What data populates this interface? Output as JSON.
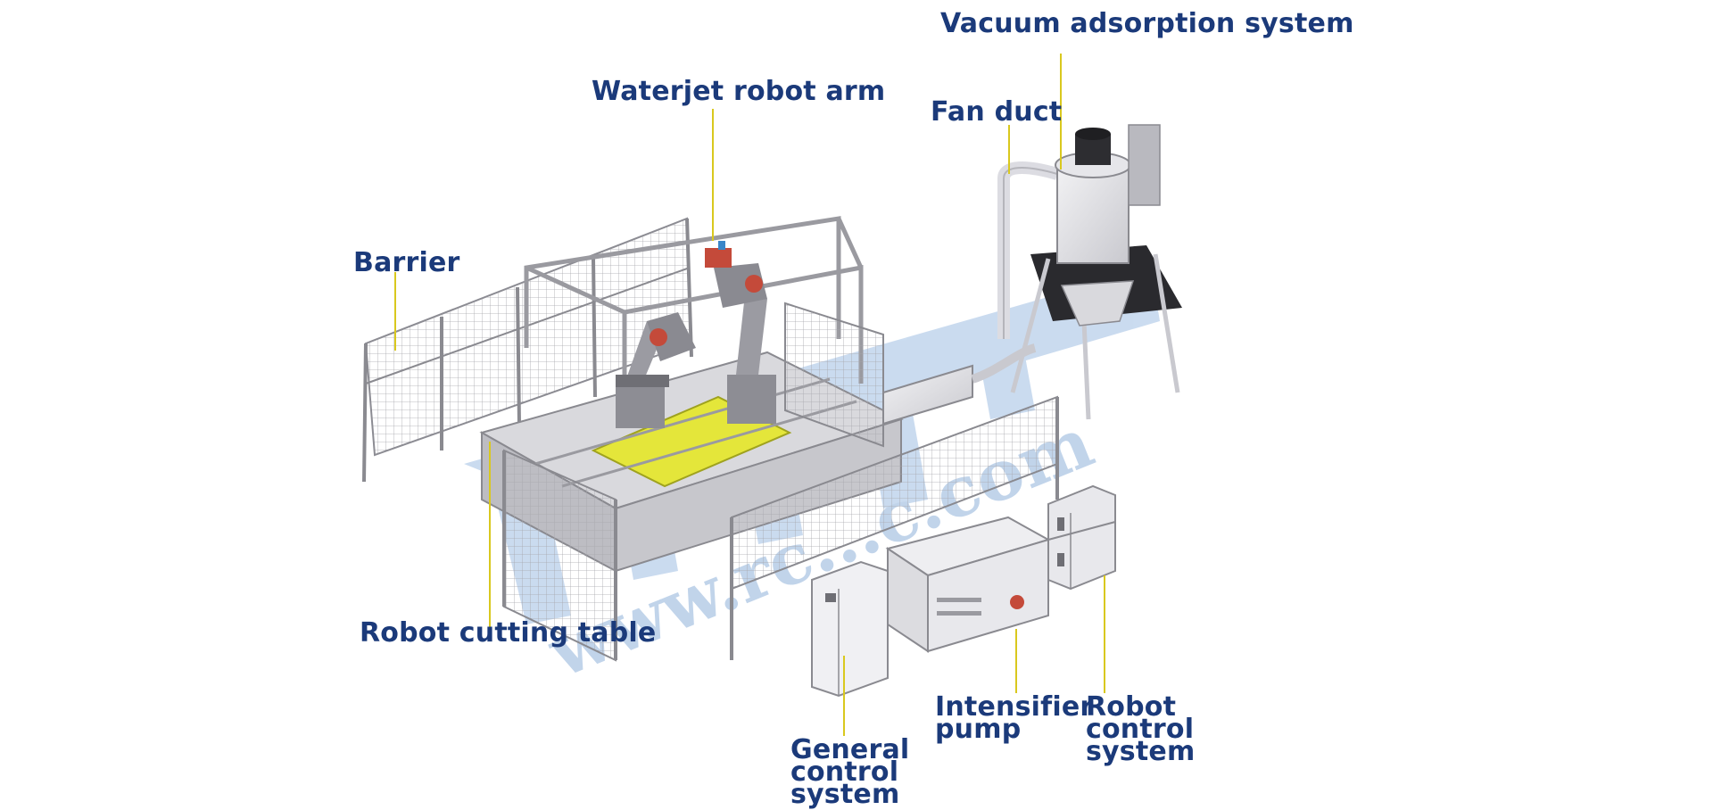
{
  "diagram": {
    "labels": {
      "vacuum": "Vacuum adsorption system",
      "waterjet": "Waterjet robot arm",
      "fan_duct": "Fan duct",
      "barrier": "Barrier",
      "cutting_table": "Robot cutting table",
      "intensifier": [
        "Intensifier",
        "pump"
      ],
      "robot_control": [
        "Robot",
        "control",
        "system"
      ],
      "general_control": [
        "General",
        "control",
        "system"
      ]
    },
    "watermark": "www.rc...c.com",
    "colors": {
      "label_text": "#1b3a7a",
      "leader_line": "#d9c81e",
      "watermark": "#4f86c6",
      "table_top": "#e4e63a",
      "robot_accent": "#c44a3a"
    }
  }
}
